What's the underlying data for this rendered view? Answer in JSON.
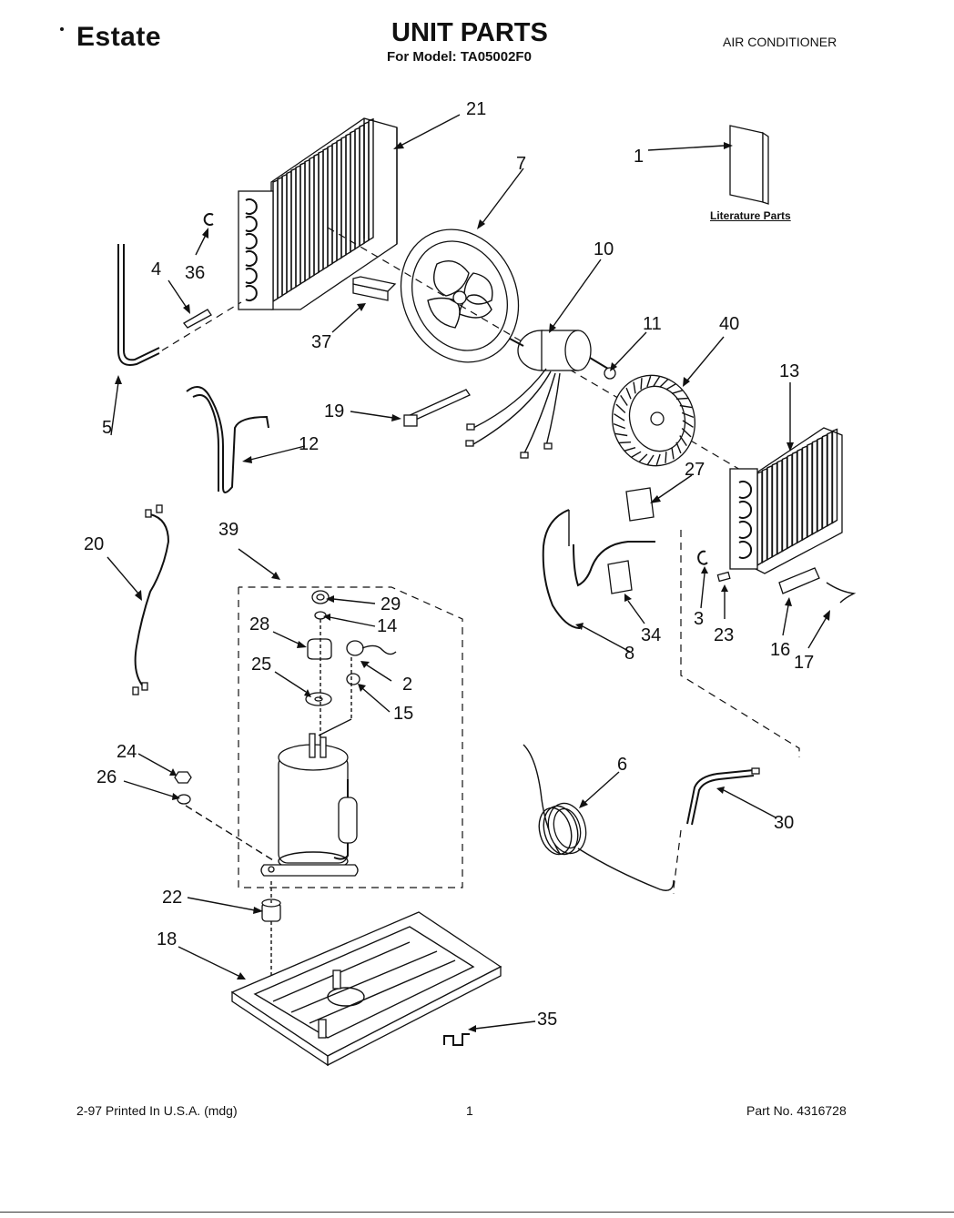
{
  "header": {
    "brand": "Estate",
    "title": "UNIT PARTS",
    "subtitle": "For Model: TA05002F0",
    "category": "AIR CONDITIONER"
  },
  "literature_label": "Literature Parts",
  "footer": {
    "printed": "2-97 Printed In U.S.A. (mdg)",
    "page": "1",
    "part_no": "Part No. 4316728"
  },
  "callouts": {
    "c1": "1",
    "c2": "2",
    "c3": "3",
    "c4": "4",
    "c5": "5",
    "c6": "6",
    "c7": "7",
    "c8": "8",
    "c10": "10",
    "c11": "11",
    "c12": "12",
    "c13": "13",
    "c14": "14",
    "c15": "15",
    "c16": "16",
    "c17": "17",
    "c18": "18",
    "c19": "19",
    "c20": "20",
    "c21": "21",
    "c22": "22",
    "c23": "23",
    "c24": "24",
    "c25": "25",
    "c26": "26",
    "c27": "27",
    "c28": "28",
    "c29": "29",
    "c30": "30",
    "c34": "34",
    "c35": "35",
    "c36": "36",
    "c37": "37",
    "c39": "39",
    "c40": "40"
  }
}
